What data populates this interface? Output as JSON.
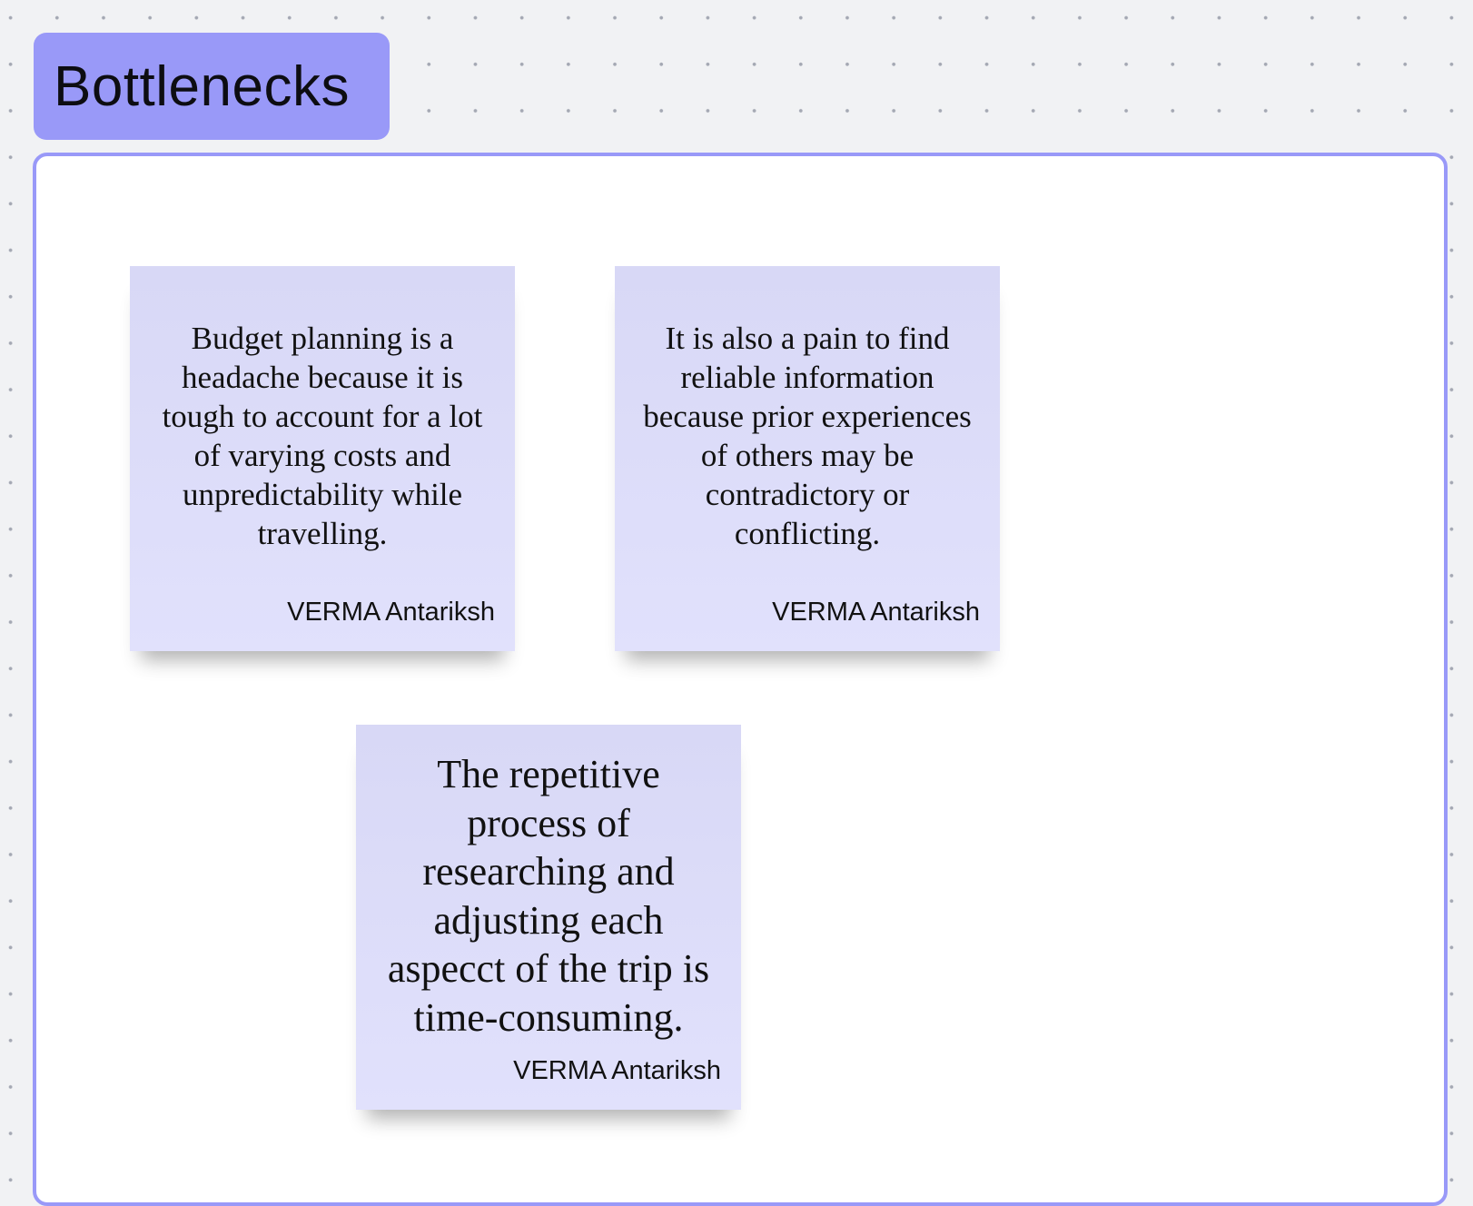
{
  "frame": {
    "title": "Bottlenecks",
    "accent_color": "#9999f8"
  },
  "sticky_notes": [
    {
      "text": "Budget planning is a headache because it is tough to account for a lot of varying costs and unpredictability while travelling.",
      "author": "VERMA Antariksh",
      "color": "#dcdcf8"
    },
    {
      "text": "It is also a pain to find reliable information because prior experiences of others may be contradictory or conflicting.",
      "author": "VERMA Antariksh",
      "color": "#dcdcf8"
    },
    {
      "text": "The repetitive process of researching and adjusting each aspecct of the trip is time-consuming.",
      "author": "VERMA Antariksh",
      "color": "#dcdcf8"
    }
  ]
}
